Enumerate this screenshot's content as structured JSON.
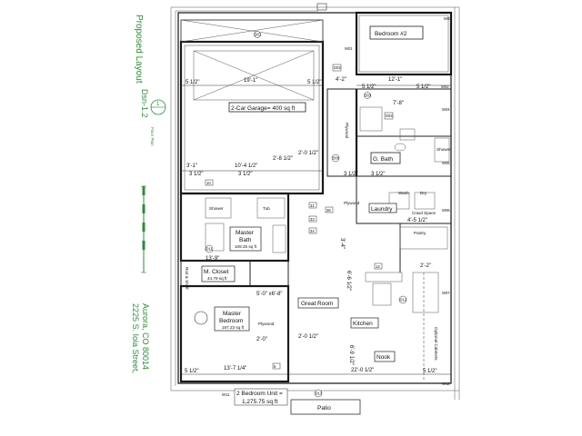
{
  "side_title": {
    "proposed": "Proposed Layout",
    "dsn": "Dsn-1.2",
    "floor_plan": "Floor Plan"
  },
  "address": {
    "line1": "2225 S. Iola Street,",
    "line2": "Aurora, CO 80014"
  },
  "scale_marker": "1",
  "rooms": {
    "bedroom2": "Bedroom #2",
    "garage": "2-Car Garage= 400 sq ft",
    "g_bath": "G. Bath",
    "laundry": "Laundry",
    "master_bath": "Master",
    "master_bath2": "Bath",
    "master_bath_area": "109.25 sq ft",
    "m_closet": "M. Closet",
    "m_closet_area": "44.79 sq ft",
    "great_room": "Great Room",
    "master_bedroom": "Master",
    "master_bedroom2": "Bedroom",
    "master_bedroom_area": "187.23 sq ft",
    "kitchen": "Kitchen",
    "nook": "Nook",
    "patio": "Patio",
    "unit": "2 Bedroom Unit =",
    "unit_area": "1,275.75 sq ft",
    "optional_cabinets": "Optional Cabinets",
    "pantry": "Pantry",
    "wash": "Wash",
    "dry": "Dry",
    "crawl_space": "Crawl Space",
    "shower": "Shower",
    "tub": "Tub",
    "plywood": "Plywood",
    "rod_shelf": "Rod & Shelf"
  },
  "dimensions": {
    "garage_width": "19'-1\"",
    "bed2_width": "12'-1\"",
    "d_5_1_2_a": "5 1/2\"",
    "d_5_1_2_b": "5 1/2\"",
    "d_5_1_2_c": "5 1/2\"",
    "d_5_1_2_d": "5 1/2\"",
    "d_4_2": "4'-2\"",
    "d_7_8": "7'-8\"",
    "d_3_1": "3'-1\"",
    "d_10_4": "10'-4 1/2\"",
    "d_2_8": "2'-8 1/2\"",
    "d_2_0": "2'-0 1/2\"",
    "d_3_1_2_a": "3 1/2\"",
    "d_3_1_2_b": "3 1/2\"",
    "d_3_1_2_c": "3 1/2\"",
    "d_3_1_2_d": "3 1/2\"",
    "d_13_9": "13'-9\"",
    "d_3_4": "3'-4\"",
    "d_6_6": "6'-6 1/2\"",
    "d_6_9": "6'-9 1/2\"",
    "d_2_0b": "2'-0\"",
    "d_2_0c": "2'-0 1/2\"",
    "d_13_7": "13'-7 1/4\"",
    "d_22_0": "22'-0 1/2\"",
    "d_5_1_2_e": "5 1/2\"",
    "d_5_1_2_f": "5 1/2\"",
    "d_4_5": "4'-5 1/2\"",
    "d_2_2": "2'-2\"",
    "d_5_0": "5'-0\" x6'-8\""
  },
  "tags": {
    "w01": "W01",
    "w02": "W02",
    "w03": "W03",
    "w04": "W04",
    "w05": "W05",
    "w06": "W06",
    "w07": "W07",
    "w11": "W11",
    "w12": "W12",
    "d01": "D01",
    "d02": "D02",
    "d03": "D03",
    "d04": "D04",
    "d05": "D05",
    "d06": "D06",
    "d08": "D08",
    "d11": "D11",
    "d12": "D12",
    "d13": "D13",
    "n10": "10",
    "n31": "31",
    "n33": "33",
    "n34": "34",
    "n36": "36",
    "n14": "14",
    "n5": "5"
  }
}
